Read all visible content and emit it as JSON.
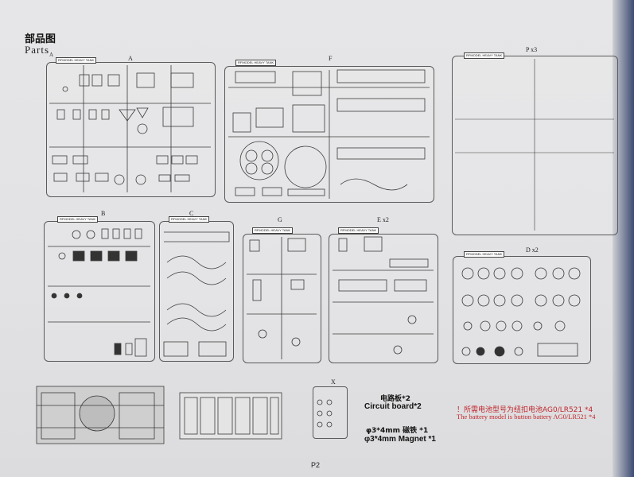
{
  "header": {
    "title_cn": "部品图",
    "title_en": "Parts"
  },
  "brand": "RFMODEL HEAVY TANK",
  "sprues": [
    {
      "key": "A",
      "label": "A"
    },
    {
      "key": "F",
      "label": "F"
    },
    {
      "key": "P",
      "label": "P x3"
    },
    {
      "key": "B",
      "label": "B"
    },
    {
      "key": "C",
      "label": "C"
    },
    {
      "key": "G",
      "label": "G"
    },
    {
      "key": "E",
      "label": "E x2"
    },
    {
      "key": "D",
      "label": "D x2"
    },
    {
      "key": "X",
      "label": "X"
    }
  ],
  "notes": {
    "circuit_cn": "电路板*2",
    "circuit_en": "Circuit board*2",
    "magnet_cn": "φ3*4mm 磁铁 *1",
    "magnet_en": "φ3*4mm Magnet *1",
    "battery_cn": "！所需电池型号为纽扣电池AG0/LR521 *4",
    "battery_en": "The battery model is button battery AG0/LR521 *4"
  },
  "page_number": "P2"
}
